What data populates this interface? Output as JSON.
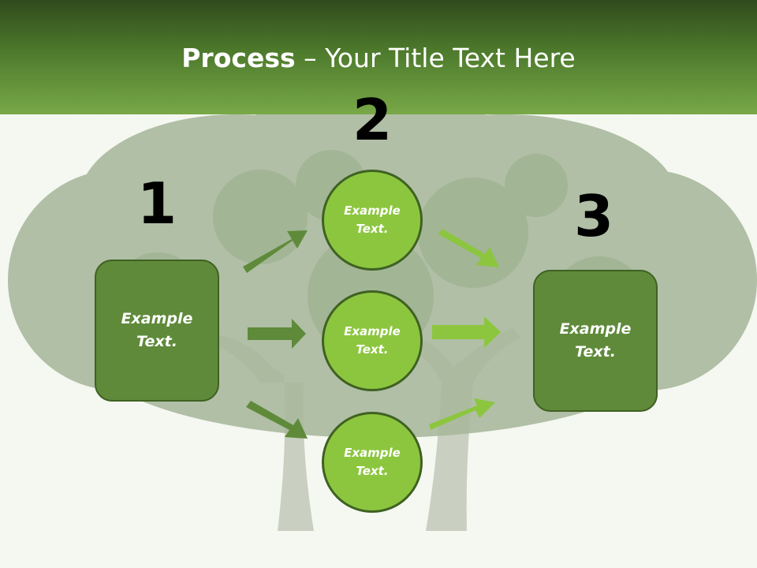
{
  "header": {
    "title_bold": "Process",
    "title_rest": " – Your Title Text Here"
  },
  "steps": {
    "one": "1",
    "two": "2",
    "three": "3"
  },
  "left_box": {
    "text": "Example Text."
  },
  "right_box": {
    "text": "Example Text."
  },
  "circles": {
    "top": "Example Text.",
    "middle": "Example Text.",
    "bottom": "Example Text."
  },
  "colors": {
    "header_dark": "#2f4a1c",
    "header_light": "#78a848",
    "box_fill": "#5f8a3a",
    "circle_fill": "#8cc63f",
    "outline": "#3f6122",
    "arrow_dark": "#5f8a3a",
    "arrow_light": "#8cc63f"
  }
}
